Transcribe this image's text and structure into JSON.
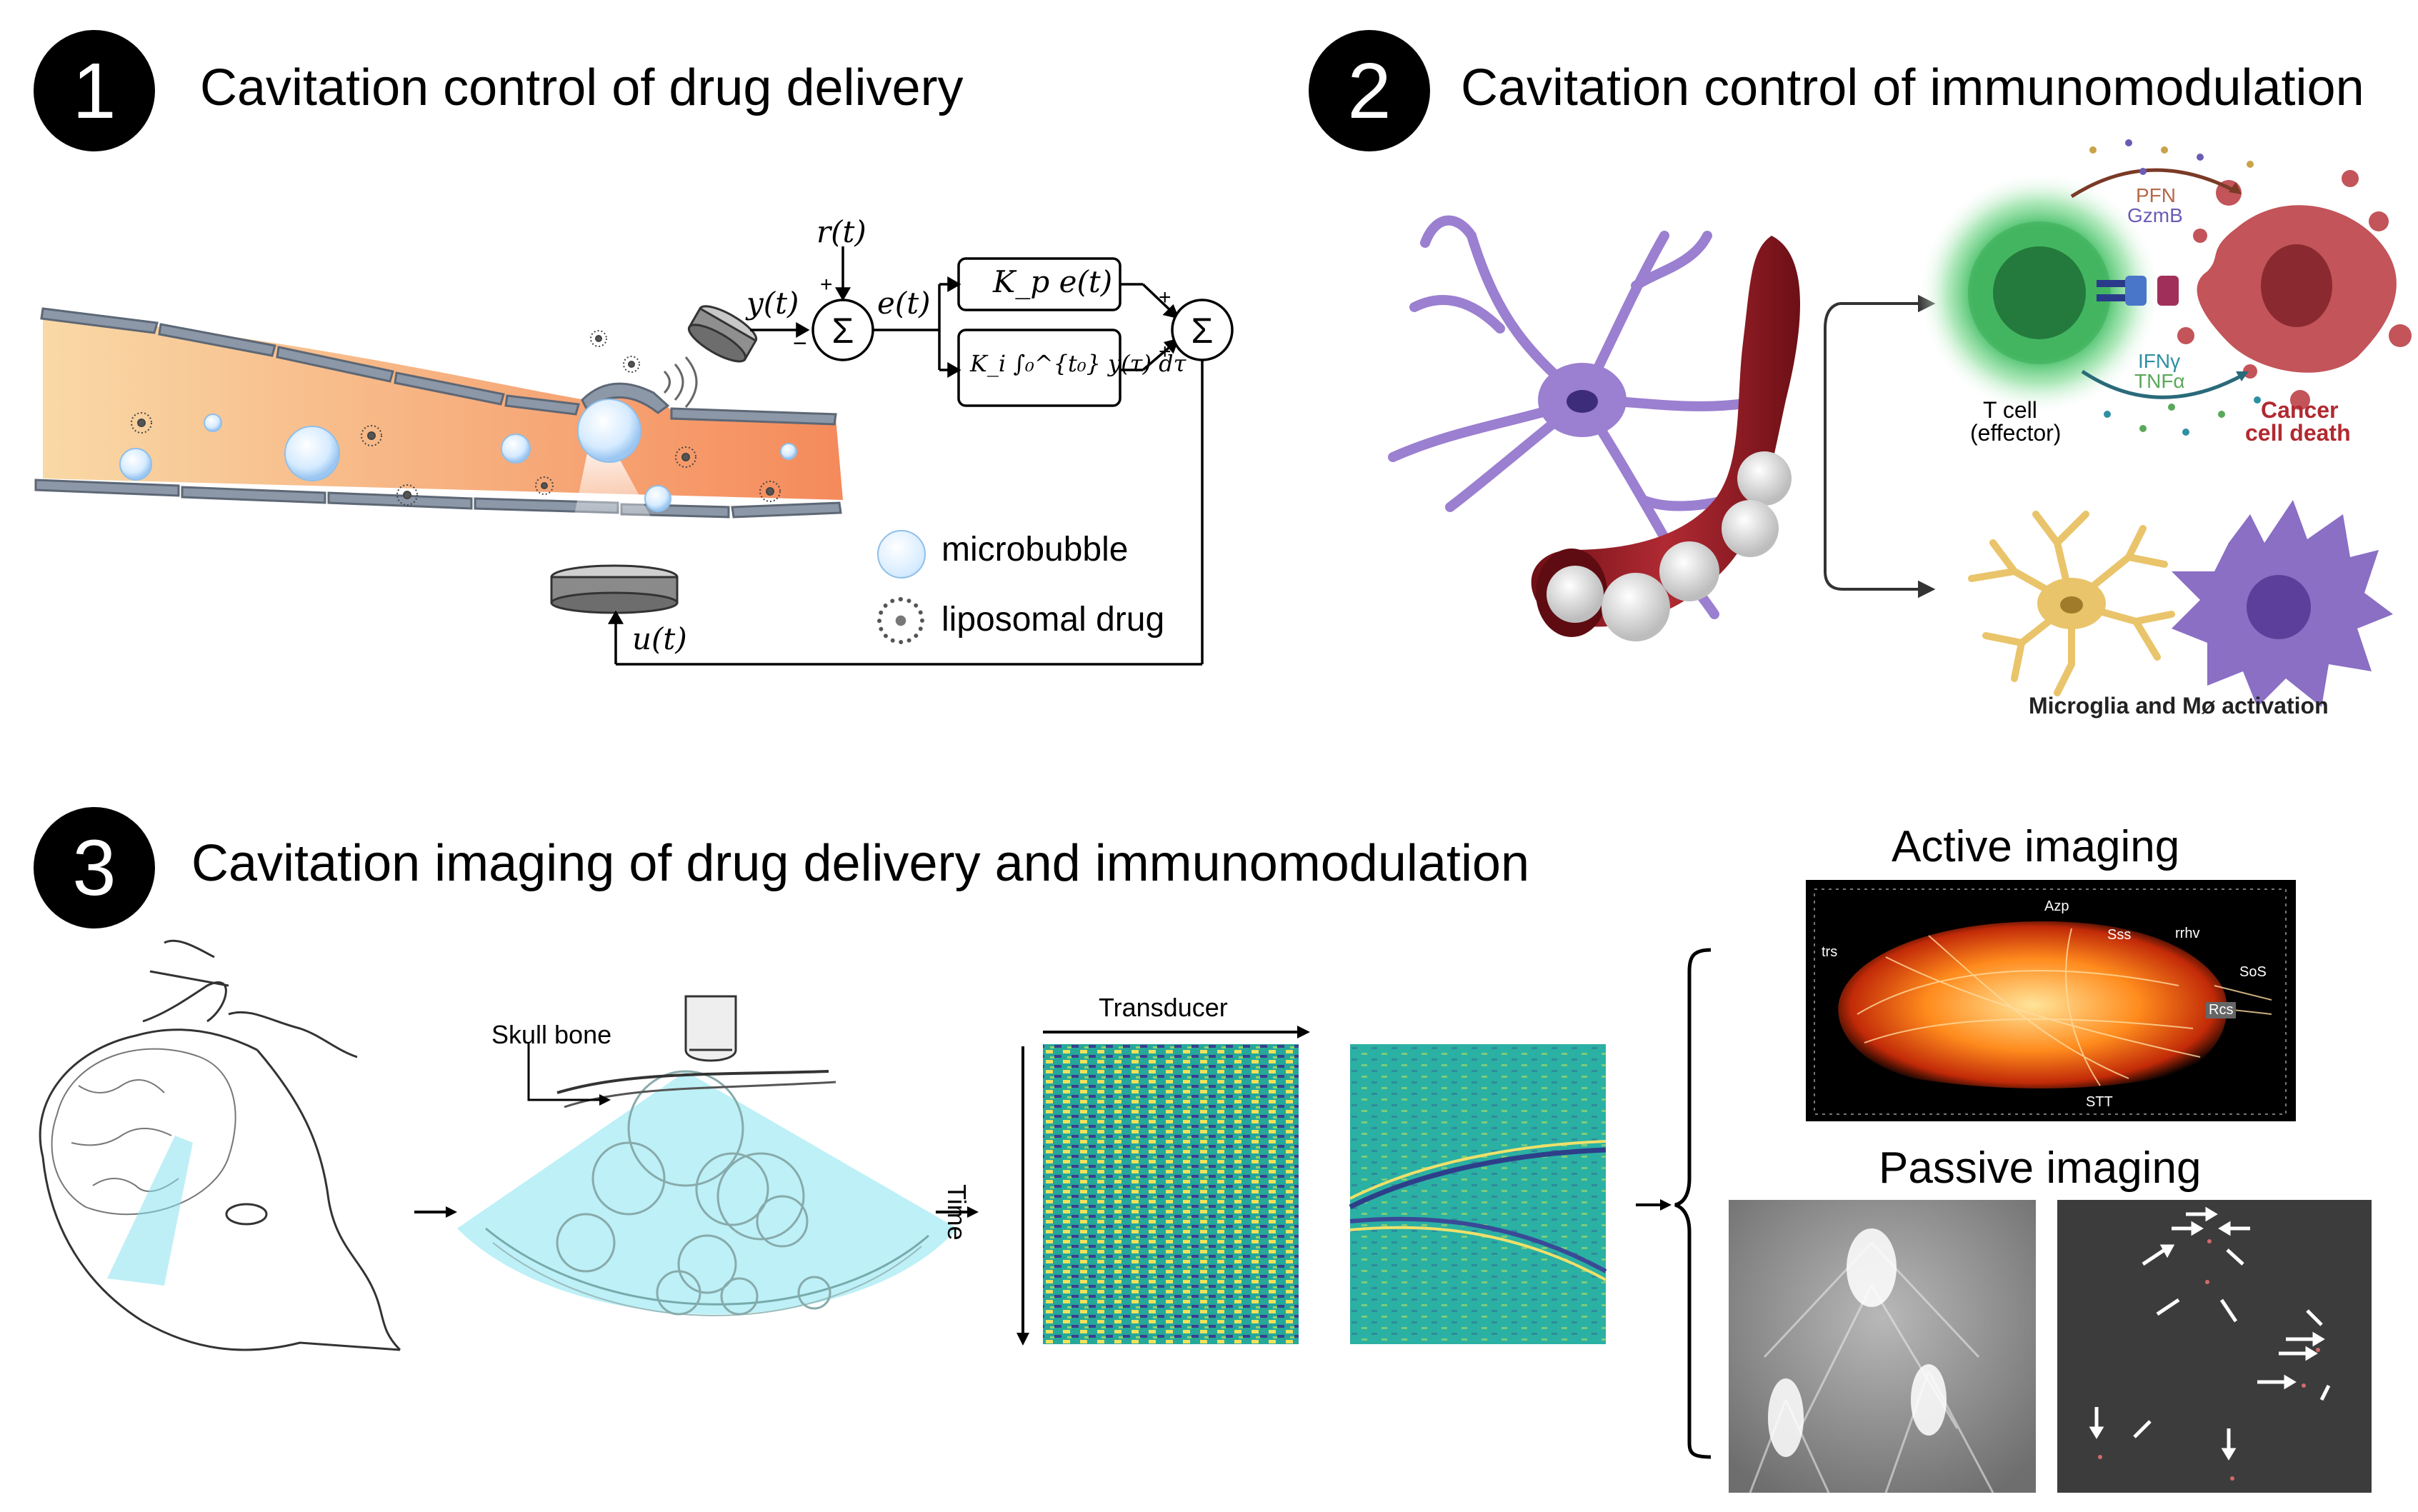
{
  "panel1": {
    "number": "1",
    "title": "Cavitation control of drug delivery",
    "controller": {
      "reference": "r(t)",
      "measured": "y(t)",
      "error": "e(t)",
      "output": "u(t)",
      "proportional": "K_p e(t)",
      "integral": "K_i ∫₀^{t₀} y(τ) dτ",
      "sum": "Σ",
      "plus": "+",
      "minus": "−"
    },
    "legend": {
      "microbubble": "microbubble",
      "liposomal": "liposomal drug"
    }
  },
  "panel2": {
    "number": "2",
    "title": "Cavitation control of immunomodulation",
    "pfn": "PFN",
    "gzmb": "GzmB",
    "ifn": "IFNγ",
    "tnf": "TNFα",
    "tcell": "T cell",
    "effector": "(effector)",
    "cancer": "Cancer",
    "celldeath": "cell death",
    "microglia": "Microglia and Mø activation"
  },
  "panel3": {
    "number": "3",
    "title": "Cavitation imaging of drug delivery and immunomodulation",
    "skull": "Skull bone",
    "transducer": "Transducer",
    "time": "Time",
    "active": "Active imaging",
    "passive": "Passive imaging",
    "vessels": {
      "azp": "Azp",
      "sss": "Sss",
      "rrhv": "rrhv",
      "trs": "trs",
      "sos": "SoS",
      "rcs": "Rcs",
      "stt": "STT"
    }
  },
  "colors": {
    "vessel_fill": "#f7a86e",
    "bubble": "#cfe6ff",
    "blood": "#9b1c24",
    "neuron": "#9b7fd0",
    "tcell": "#3fae5a",
    "cancer": "#b64b52",
    "microglia": "#e9c46a",
    "macrophage": "#8a6fc4",
    "ultrasound": "#bdf0f7",
    "rf_teal": "#22b0a0"
  }
}
